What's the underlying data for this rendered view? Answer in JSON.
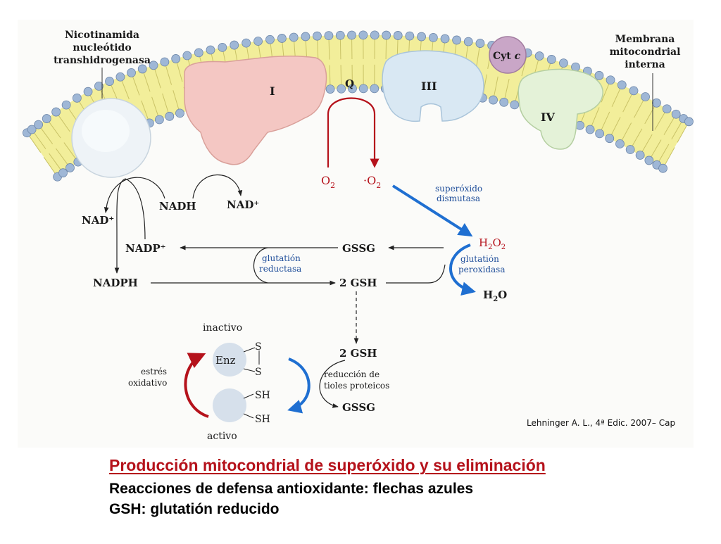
{
  "colors": {
    "red_accent": "#b5121b",
    "blue_arrow": "#1f6fd1",
    "membrane_yellow": "#f2ee9a",
    "lipid_head": "#9fb7d6",
    "complex_I": "#f4c7c3",
    "complex_III": "#d9e8f3",
    "complex_IV": "#e4f2d8",
    "cyt_c": "#c9a6c7",
    "transhydrogenase": "#eef3f7"
  },
  "diagram": {
    "transhydrogenase_label": [
      "Nicotinamida",
      "nucleótido",
      "transhidrogenasa"
    ],
    "membrane_label": [
      "Membrana",
      "mitocondrial",
      "interna"
    ],
    "complex_I": "I",
    "complex_III": "III",
    "complex_IV": "IV",
    "q": "Q",
    "cyt_c_prefix": "Cyt ",
    "cyt_c_suffix": "c",
    "o2_left": "O",
    "o2_left_sub": "2",
    "o2_right": "·O",
    "o2_right_sub": "2",
    "sod_label": [
      "superóxido",
      "dismutasa"
    ],
    "nadh": "NADH",
    "nad_plus_top": "NAD⁺",
    "nad_plus_left": "NAD⁺",
    "nadp_plus": "NADP⁺",
    "nadph": "NADPH",
    "gssg_top": "GSSG",
    "gsh_top": "2 GSH",
    "gr_label": [
      "glutatión",
      "reductasa"
    ],
    "h2o2": [
      "H",
      "2",
      "O",
      "2"
    ],
    "gpx_label": [
      "glutatión",
      "peroxidasa"
    ],
    "h2o": [
      "H",
      "2",
      "O"
    ],
    "gsh_bottom": "2 GSH",
    "gssg_bottom": "GSSG",
    "thiol_label": [
      "reducción de",
      "tioles proteicos"
    ],
    "inactivo": "inactivo",
    "activo": "activo",
    "enz": "Enz",
    "s_top": "S",
    "s_bottom": "S",
    "sh_top": "SH",
    "sh_bottom": "SH",
    "stress_label": [
      "estrés",
      "oxidativo"
    ]
  },
  "citation": "Lehninger A. L., 4ª Edic. 2007– Cap",
  "caption": {
    "title": "Producción mitocondrial de superóxido y su eliminación",
    "line1": "Reacciones de defensa antioxidante: flechas azules",
    "line2": "GSH: glutatión reducido"
  }
}
